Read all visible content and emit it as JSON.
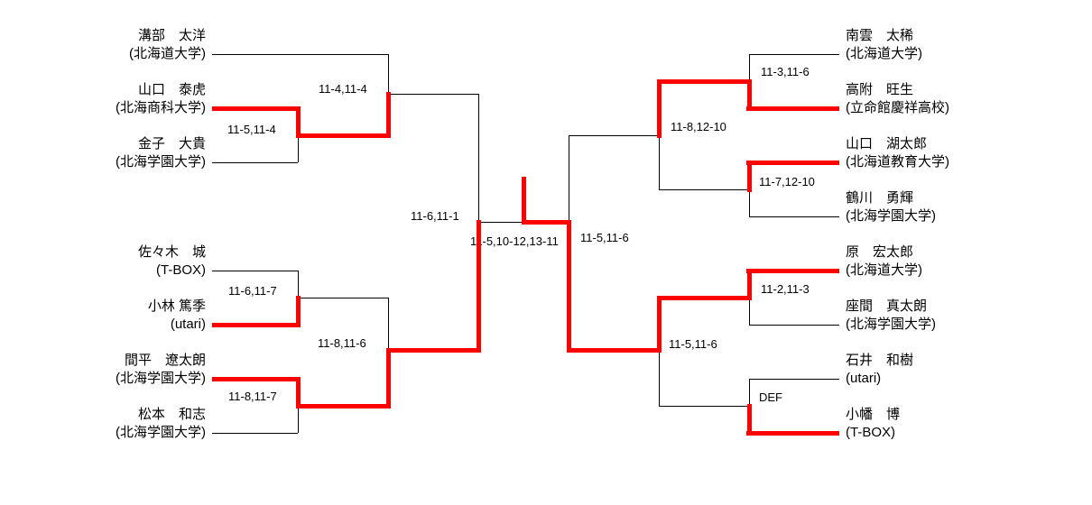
{
  "diagram_type": "tournament-bracket",
  "colors": {
    "background": "#ffffff",
    "bracket_line": "#000000",
    "winner_path": "#ff0000",
    "text": "#000000"
  },
  "players": [
    {
      "name": "溝部　太洋",
      "team": "(北海道大学)",
      "side": "left",
      "won_first_round_shown": false
    },
    {
      "name": "山口　泰虎",
      "team": "(北海商科大学)",
      "side": "left",
      "won_first_round_shown": true
    },
    {
      "name": "金子　大貴",
      "team": "(北海学園大学)",
      "side": "left",
      "won_first_round_shown": false
    },
    {
      "name": "佐々木　城",
      "team": "(T-BOX)",
      "side": "left",
      "won_first_round_shown": false
    },
    {
      "name": "小林 篤季",
      "team": "(utari)",
      "side": "left",
      "won_first_round_shown": true
    },
    {
      "name": "間平　遼太朗",
      "team": "(北海学園大学)",
      "side": "left",
      "won_first_round_shown": true
    },
    {
      "name": "松本　和志",
      "team": "(北海学園大学)",
      "side": "left",
      "won_first_round_shown": false
    },
    {
      "name": "南雲　太稀",
      "team": "(北海道大学)",
      "side": "right",
      "won_first_round_shown": false
    },
    {
      "name": "高附　旺生",
      "team": "(立命館慶祥高校)",
      "side": "right",
      "won_first_round_shown": true
    },
    {
      "name": "山口　湖太郎",
      "team": "(北海道教育大学)",
      "side": "right",
      "won_first_round_shown": true
    },
    {
      "name": "鶴川　勇輝",
      "team": "(北海学園大学)",
      "side": "right",
      "won_first_round_shown": false
    },
    {
      "name": "原　宏太郎",
      "team": "(北海道大学)",
      "side": "right",
      "won_first_round_shown": true
    },
    {
      "name": "座間　真太朗",
      "team": "(北海学園大学)",
      "side": "right",
      "won_first_round_shown": false
    },
    {
      "name": "石井　和樹",
      "team": "(utari)",
      "side": "right",
      "won_first_round_shown": false
    },
    {
      "name": "小幡　博",
      "team": "(T-BOX)",
      "side": "right",
      "won_first_round_shown": true
    }
  ],
  "scores": {
    "left_r1_m1": "11-5,11-4",
    "left_qf_top": "11-4,11-4",
    "left_r1_m2": "11-6,11-7",
    "left_r1_m3": "11-8,11-7",
    "left_qf_bottom": "11-8,11-6",
    "left_sf": "11-6,11-1",
    "final": "11-5,10-12,13-11",
    "right_sf": "11-5,11-6",
    "right_qf_top": "11-8,12-10",
    "right_r1_m1": "11-3,11-6",
    "right_r1_m2": "11-7,12-10",
    "right_r1_m3": "11-2,11-3",
    "right_qf_bottom": "11-5,11-6",
    "right_r1_m4": "DEF"
  },
  "champion": {
    "name": "原　宏太郎",
    "team": "(北海道大学)"
  }
}
